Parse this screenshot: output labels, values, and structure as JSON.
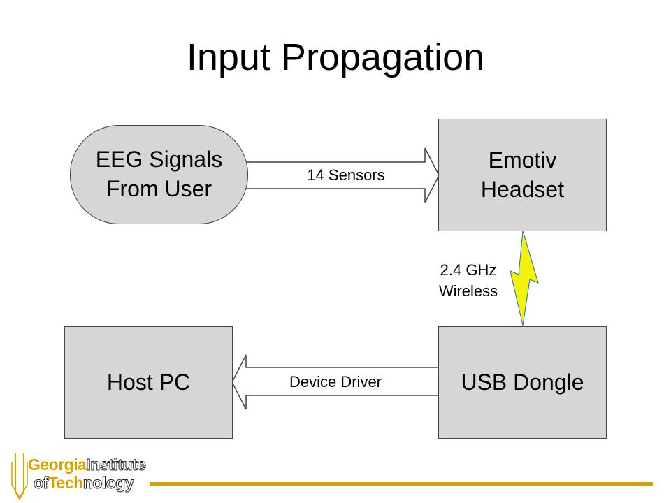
{
  "slide": {
    "title": "Input Propagation"
  },
  "nodes": {
    "eeg": {
      "line1": "EEG Signals",
      "line2": "From User"
    },
    "headset": {
      "line1": "Emotiv",
      "line2": "Headset"
    },
    "host": {
      "label": "Host PC"
    },
    "dongle": {
      "label": "USB Dongle"
    }
  },
  "edges": {
    "sensors": "14 Sensors",
    "wireless_line1": "2.4 GHz",
    "wireless_line2": "Wireless",
    "driver": "Device Driver"
  },
  "logo": {
    "line1_a": "Georgia",
    "line1_b": "Institute",
    "line2_a": "of",
    "line2_b": "Tech",
    "line2_c": "nology"
  },
  "colors": {
    "box_fill": "#d6d6d6",
    "bolt_fill": "#f2f20a",
    "brand_gold": "#d8a100"
  }
}
